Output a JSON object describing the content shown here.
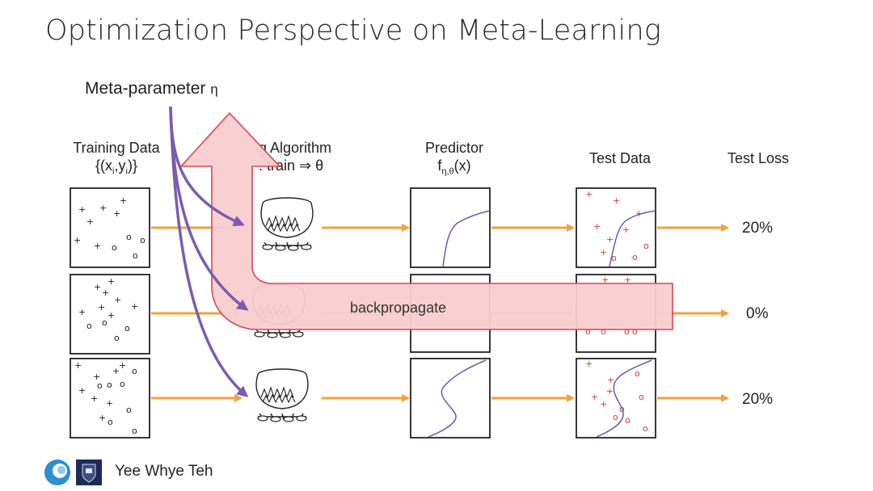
{
  "title": "Optimization Perspective on Meta-Learning",
  "meta_parameter": {
    "label": "Meta-parameter",
    "symbol": "η"
  },
  "columns": {
    "training_data": {
      "line1": "Training Data",
      "line2_open": "{(x",
      "sub_i1": "i",
      "line2_mid": ",y",
      "sub_i2": "i",
      "line2_close": ")}"
    },
    "algorithm": {
      "line1": "g Algorithm",
      "line2": ". train ⇒ θ"
    },
    "predictor": {
      "line1": "Predictor",
      "f": "f",
      "sub": "η,θ",
      "arg": "(x)"
    },
    "test_data": {
      "line1": "Test Data"
    },
    "test_loss": {
      "line1": "Test Loss"
    }
  },
  "losses": [
    "20%",
    "0%",
    "20%"
  ],
  "backpropagate_label": "backpropagate",
  "author": "Yee Whye Teh",
  "colors": {
    "arrow_orange": "#f5a03a",
    "meta_purple": "#7b5cb0",
    "backprop_fill": "#f8cdd0",
    "backprop_stroke": "#d9474f",
    "test_marker_red": "#d63a3a",
    "curve_purple": "#6a5bb0"
  },
  "icons": [
    "cauldron-icon",
    "blue-ring-logo-icon",
    "oxford-crest-icon"
  ]
}
